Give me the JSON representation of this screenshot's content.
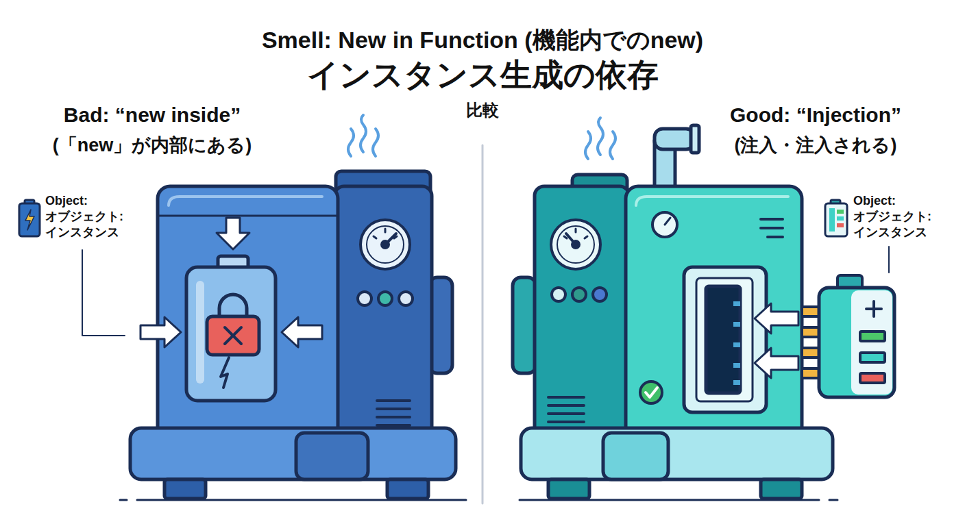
{
  "diagram": {
    "title": "Smell: New in Function (機能内でのnew)",
    "nodes": [
      {
        "text": [
          "Bad: “new inside”",
          "(「new」が内部にある)"
        ]
      },
      {
        "text": [
          "Good: “Injection”",
          "(注入・注入される)"
        ]
      }
    ],
    "labels": [
      "インスタンス生成の依存",
      "比較",
      "Object: オブジェクト: インスタンス",
      "Object: オブジェクト: インスタンス"
    ]
  }
}
